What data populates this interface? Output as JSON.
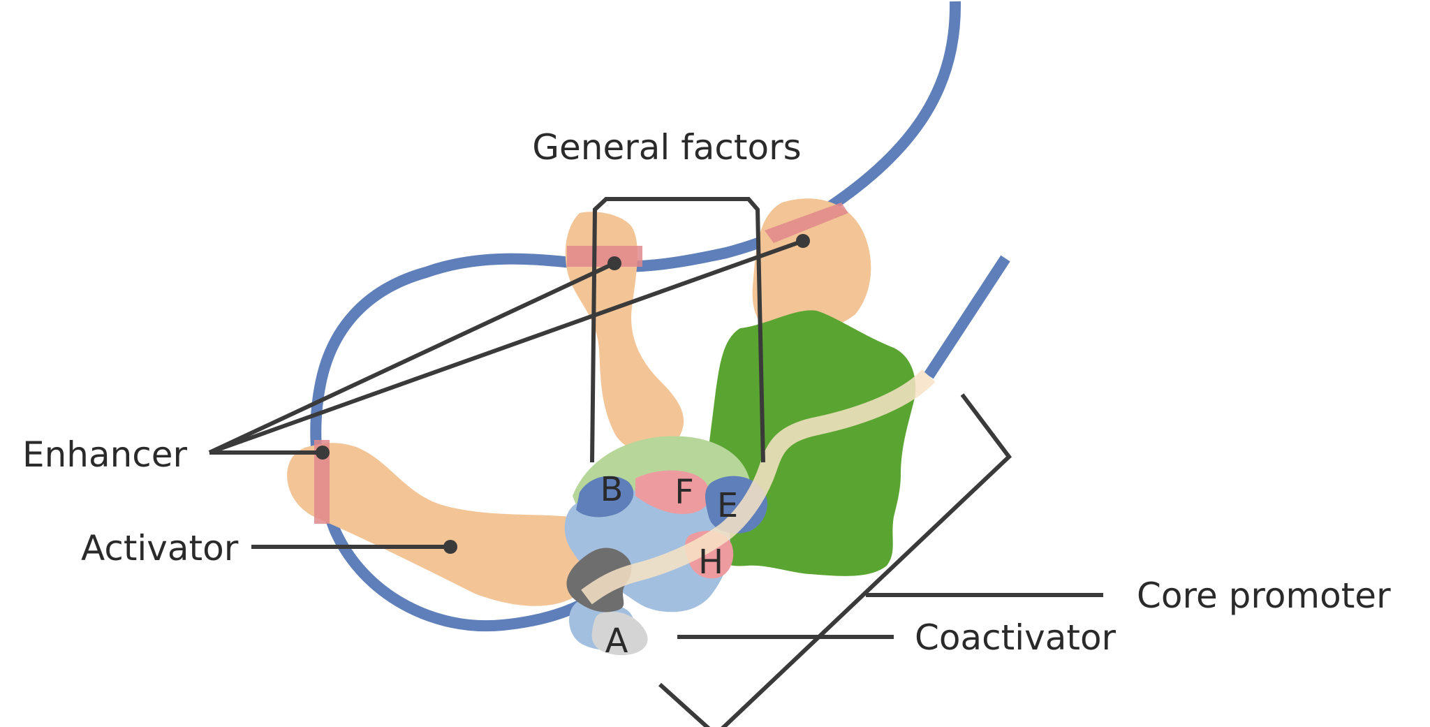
{
  "labels": {
    "general_factors": "General factors",
    "enhancer": "Enhancer",
    "activator": "Activator",
    "core_promoter": "Core promoter",
    "coactivator": "Coactivator"
  },
  "subunits": {
    "a": "A",
    "b": "B",
    "e": "E",
    "f": "F",
    "h": "H"
  },
  "colors": {
    "dna": "#5f7fba",
    "enhancer_band": "#e0888c",
    "activator": "#f3c496",
    "polymerase": "#5aa532",
    "light_green": "#b6d69a",
    "light_blue": "#a3bfdf",
    "pink": "#ee9b9f",
    "dark_gray": "#6e6e6e",
    "light_gray": "#d4d4d4",
    "pale_dna": "#f7e3c6",
    "line": "#3a3a3a"
  }
}
